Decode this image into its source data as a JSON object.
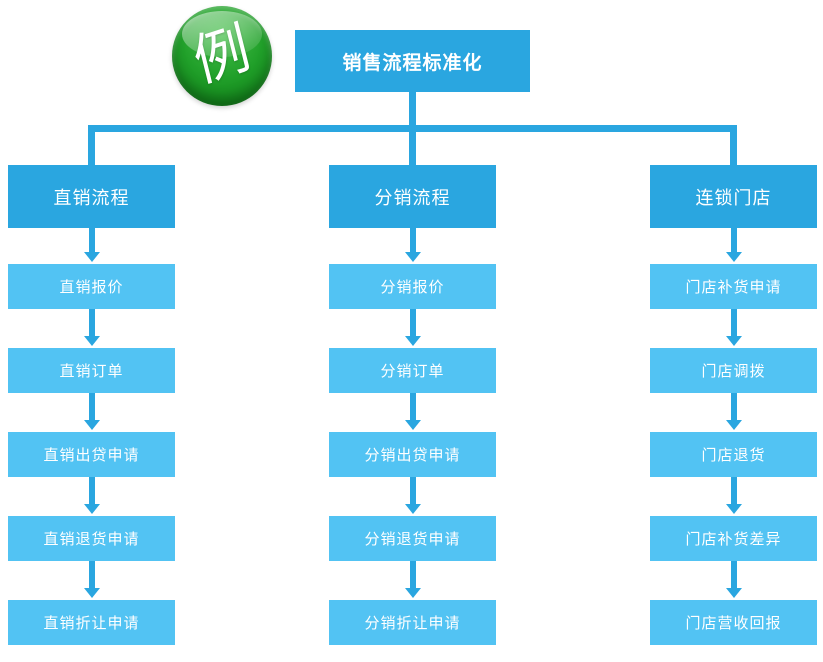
{
  "badge": {
    "label": "例"
  },
  "root": {
    "title": "销售流程标准化"
  },
  "columns": [
    {
      "header": "直销流程",
      "items": [
        "直销报价",
        "直销订单",
        "直销出贷申请",
        "直销退货申请",
        "直销折让申请"
      ]
    },
    {
      "header": "分销流程",
      "items": [
        "分销报价",
        "分销订单",
        "分销出贷申请",
        "分销退货申请",
        "分销折让申请"
      ]
    },
    {
      "header": "连锁门店",
      "items": [
        "门店补货申请",
        "门店调拨",
        "门店退货",
        "门店补货差异",
        "门店营收回报"
      ]
    }
  ],
  "colors": {
    "primary": "#2aa6e0",
    "light": "#52c3f3",
    "green_dark": "#0d7d15",
    "green_mid": "#21a02a",
    "green_light": "#44bf49",
    "text": "#ffffff"
  }
}
